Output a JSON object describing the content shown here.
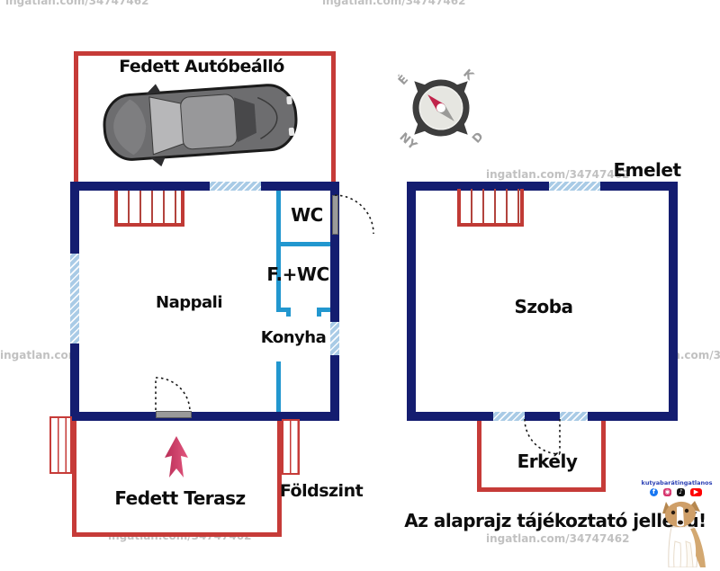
{
  "watermark": {
    "text": "ingatlan.com/34747462"
  },
  "ground_floor": {
    "floor_label": "Földszint",
    "rooms": {
      "carport": "Fedett Autóbeálló",
      "living": "Nappali",
      "wc": "WC",
      "bath_wc": "F.+WC",
      "kitchen": "Konyha",
      "terrace": "Fedett Terasz"
    }
  },
  "upper_floor": {
    "floor_label": "Emelet",
    "rooms": {
      "room": "Szoba",
      "balcony": "Erkély"
    }
  },
  "compass": {
    "north": "É",
    "east": "K",
    "south": "D",
    "west": "NY"
  },
  "disclaimer": "Az alaprajz tájékoztató jellegű!",
  "brand": {
    "name": "kutyabarátingatlanos"
  },
  "colors": {
    "wall": "#141d70",
    "partition": "#2297cf",
    "outline_red": "#c63b38",
    "window_blue": "#a9cbe6",
    "arrow_pink": "#cf3f63",
    "needle_red": "#c0234a"
  }
}
